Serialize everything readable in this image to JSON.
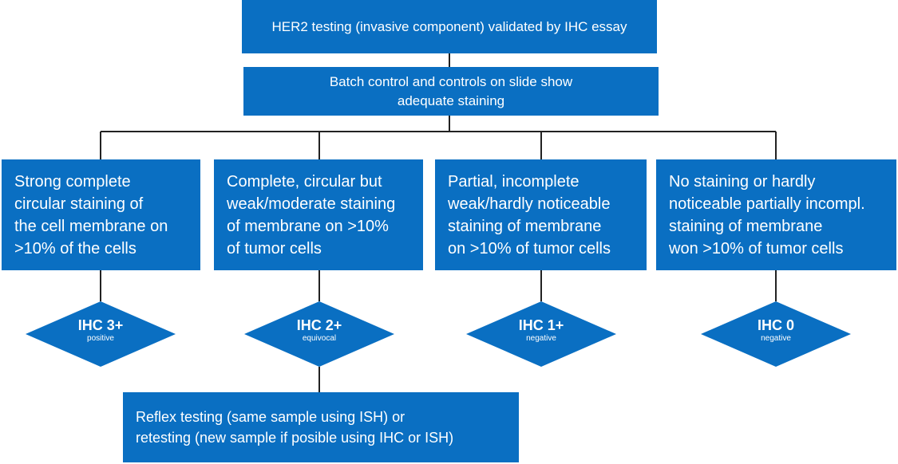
{
  "colors": {
    "box_fill": "#0a6fc2",
    "connector": "#222222",
    "text": "#ffffff"
  },
  "top_box": {
    "text": "HER2 testing (invasive component) validated by IHC essay"
  },
  "control_box": {
    "line1": "Batch control and controls on slide show",
    "line2": "adequate staining"
  },
  "criteria": [
    {
      "lines": [
        "Strong complete",
        "circular staining of",
        "the cell membrane on",
        ">10% of the cells"
      ]
    },
    {
      "lines": [
        "Complete, circular but",
        "weak/moderate staining",
        "of membrane on >10%",
        "of tumor cells"
      ]
    },
    {
      "lines": [
        "Partial, incomplete",
        "weak/hardly noticeable",
        "staining of membrane",
        "on >10% of tumor cells"
      ]
    },
    {
      "lines": [
        "No staining or hardly",
        "noticeable partially incompl.",
        "staining of membrane",
        "won >10% of tumor cells"
      ]
    }
  ],
  "scores": [
    {
      "label": "IHC 3+",
      "result": "positive"
    },
    {
      "label": "IHC 2+",
      "result": "equivocal"
    },
    {
      "label": "IHC 1+",
      "result": "negative"
    },
    {
      "label": "IHC 0",
      "result": "negative"
    }
  ],
  "reflex_box": {
    "line1": "Reflex testing (same sample using ISH) or",
    "line2": "retesting (new sample if posible using IHC or ISH)"
  }
}
